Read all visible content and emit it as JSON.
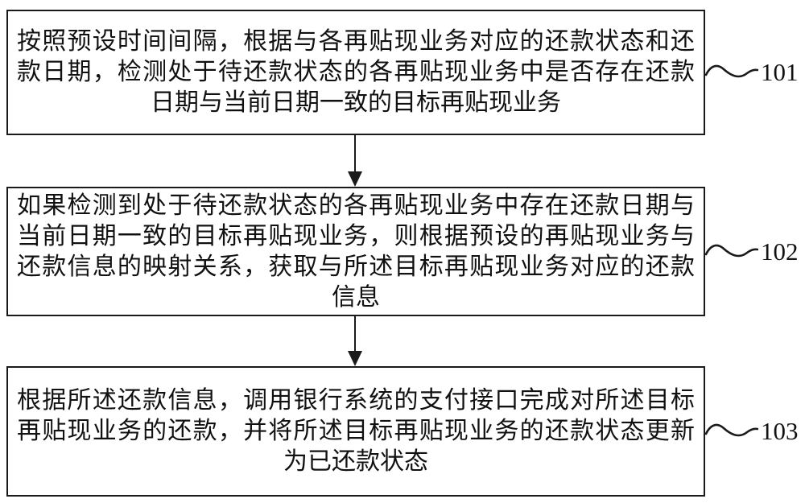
{
  "figure": {
    "type": "flowchart",
    "background": "#ffffff",
    "stroke": "#1a1a1a",
    "connector_icon": "tilde-squiggle",
    "steps": [
      {
        "label": "101",
        "text": "按照预设时间间隔，根据与各再贴现业务对应的还款状态和还款日期，检测处于待还款状态的各再贴现业务中是否存在还款日期与当前日期一致的目标再贴现业务",
        "lines": [
          "按照预设时间间隔，根据与各再贴现业务对应的还款状态和还",
          "款日期，检测处于待还款状态的各再贴现业务中是否存在还款",
          "日期与当前日期一致的目标再贴现业务"
        ]
      },
      {
        "label": "102",
        "text": "如果检测到处于待还款状态的各再贴现业务中存在还款日期与当前日期一致的目标再贴现业务，则根据预设的再贴现业务与还款信息的映射关系，获取与所述目标再贴现业务对应的还款信息",
        "lines": [
          "如果检测到处于待还款状态的各再贴现业务中存在还款日期与",
          "当前日期一致的目标再贴现业务，则根据预设的再贴现业务与",
          "还款信息的映射关系，获取与所述目标再贴现业务对应的还款",
          "信息"
        ]
      },
      {
        "label": "103",
        "text": "根据所述还款信息，调用银行系统的支付接口完成对所述目标再贴现业务的还款，并将所述目标再贴现业务的还款状态更新为已还款状态",
        "lines": [
          "根据所述还款信息，调用银行系统的支付接口完成对所述目标",
          "再贴现业务的还款，并将所述目标再贴现业务的还款状态更新",
          "为已还款状态"
        ]
      }
    ]
  }
}
